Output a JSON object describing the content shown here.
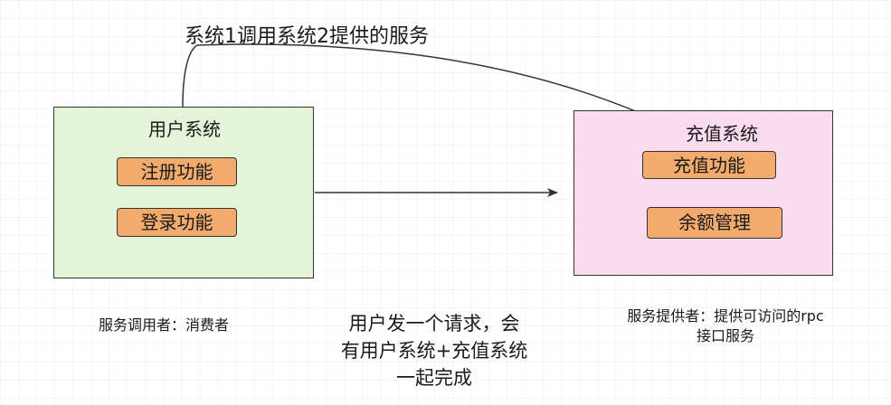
{
  "diagram": {
    "top_label": "系统1调用系统2提供的服务",
    "user_system": {
      "title": "用户系统",
      "functions": [
        "注册功能",
        "登录功能"
      ]
    },
    "recharge_system": {
      "title": "充值系统",
      "functions": [
        "充值功能",
        "余额管理"
      ]
    },
    "consumer_label": "服务调用者：消费者",
    "request_note": [
      "用户发一个请求，会",
      "有用户系统+充值系统",
      "一起完成"
    ],
    "provider_label": [
      "服务提供者：提供可访问的rpc",
      "接口服务"
    ]
  }
}
